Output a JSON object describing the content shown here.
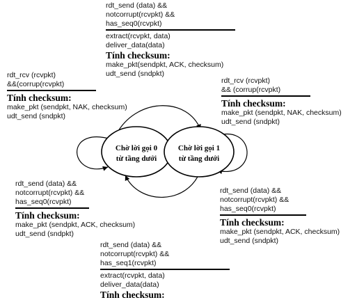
{
  "states": [
    {
      "line1": "Chờ lời gọi 0",
      "line2": "từ tầng dưới"
    },
    {
      "line1": "Chờ lời gọi 1",
      "line2": "từ tầng dưới"
    }
  ],
  "top_transition": {
    "cond": [
      "rdt_send (data) &&",
      "notcorrupt(rcvpkt) &&",
      "has_seq0(rcvpkt)"
    ],
    "act": [
      "extract(rcvpkt, data)",
      "deliver_data(data)"
    ],
    "heading": "Tính checksum:",
    "act2": [
      "make_pkt(sendpkt, ACK, checksum)",
      "udt_send (sndpkt)"
    ]
  },
  "left_self_loop": {
    "cond": [
      "rdt_rcv (rcvpkt)",
      "&&(corrup(rcvpkt)"
    ],
    "heading": "Tính checksum:",
    "act": [
      "make_pkt (sendpkt, NAK, checksum)",
      "udt_send (sndpkt)"
    ]
  },
  "right_self_loop": {
    "cond": [
      "rdt_rcv (rcvpkt)",
      "&& (corrup(rcvpkt)"
    ],
    "heading": "Tính checksum:",
    "act": [
      "make_pkt (sendpkt, NAK, checksum)",
      "udt_send (sndpkt)"
    ]
  },
  "bottom_left_transition": {
    "cond": [
      "rdt_send (data) &&",
      "notcorrupt(rcvpkt) &&",
      "has_seq0(rcvpkt)"
    ],
    "heading": "Tính checksum:",
    "act": [
      "make_pkt (sendpkt, ACK, checksum)",
      "udt_send (sndpkt)"
    ]
  },
  "bottom_right_transition": {
    "cond": [
      "rdt_send (data) &&",
      "notcorrupt(rcvpkt) &&",
      "has_seq0(rcvpkt)"
    ],
    "heading": "Tính checksum:",
    "act": [
      "make_pkt (sendpkt, ACK, checksum)",
      "udt_send (sndpkt)"
    ]
  },
  "bottom_transition": {
    "cond": [
      "rdt_send (data) &&",
      "notcorrupt(rcvpkt) &&",
      "has_seq1(rcvpkt)"
    ],
    "act": [
      "extract(rcvpkt, data)",
      "deliver_data(data)"
    ],
    "heading": "Tính checksum:"
  }
}
